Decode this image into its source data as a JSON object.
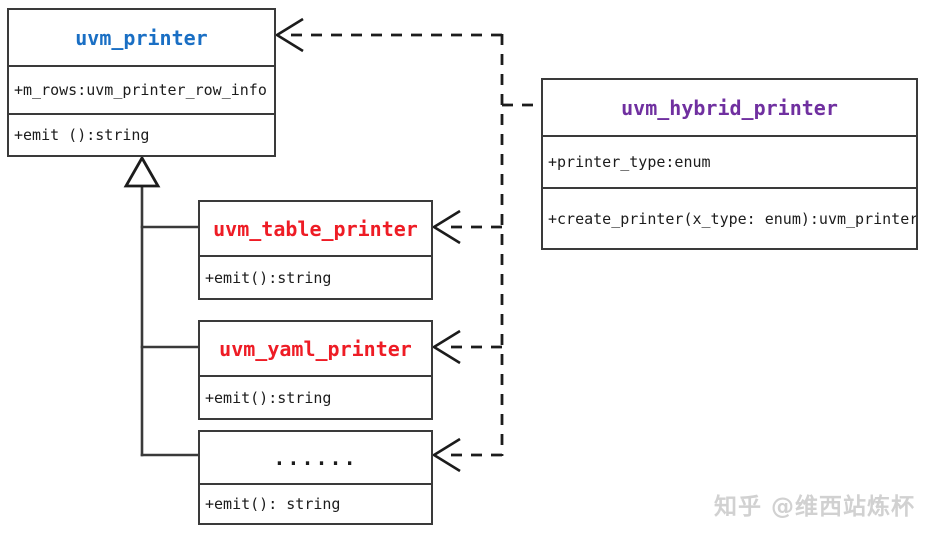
{
  "diagram": {
    "type": "uml-class-diagram",
    "background_color": "#ffffff",
    "line_color": "#3a3a3a"
  },
  "classes": {
    "uvm_printer": {
      "name": "uvm_printer",
      "title_color": "#1a6fc4",
      "attributes": "+m_rows:uvm_printer_row_info",
      "methods": "+emit ():string"
    },
    "uvm_hybrid_printer": {
      "name": "uvm_hybrid_printer",
      "title_color": "#7030a0",
      "attributes": "+printer_type:enum",
      "methods": "+create_printer(x_type: enum):uvm_printer"
    },
    "uvm_table_printer": {
      "name": "uvm_table_printer",
      "title_color": "#ee1c25",
      "methods": "+emit():string"
    },
    "uvm_yaml_printer": {
      "name": "uvm_yaml_printer",
      "title_color": "#ee1c25",
      "methods": "+emit():string"
    },
    "ellipsis_printer": {
      "name": "......",
      "title_color": "#1c1c1c",
      "methods": "+emit(): string"
    }
  },
  "relationships": [
    {
      "kind": "generalization",
      "style": "solid-line-hollow-triangle",
      "from": "uvm_table_printer",
      "to": "uvm_printer"
    },
    {
      "kind": "generalization",
      "style": "solid-line-hollow-triangle",
      "from": "uvm_yaml_printer",
      "to": "uvm_printer"
    },
    {
      "kind": "generalization",
      "style": "solid-line-hollow-triangle",
      "from": "ellipsis_printer",
      "to": "uvm_printer"
    },
    {
      "kind": "dependency",
      "style": "dashed-line-open-arrow",
      "from": "uvm_hybrid_printer",
      "to": "uvm_printer"
    },
    {
      "kind": "dependency",
      "style": "dashed-line-open-arrow",
      "from": "uvm_hybrid_printer",
      "to": "uvm_table_printer"
    },
    {
      "kind": "dependency",
      "style": "dashed-line-open-arrow",
      "from": "uvm_hybrid_printer",
      "to": "uvm_yaml_printer"
    },
    {
      "kind": "dependency",
      "style": "dashed-line-open-arrow",
      "from": "uvm_hybrid_printer",
      "to": "ellipsis_printer"
    }
  ],
  "watermark": {
    "text": "知乎 @维西站炼杯",
    "color": "#c9c9c9"
  }
}
